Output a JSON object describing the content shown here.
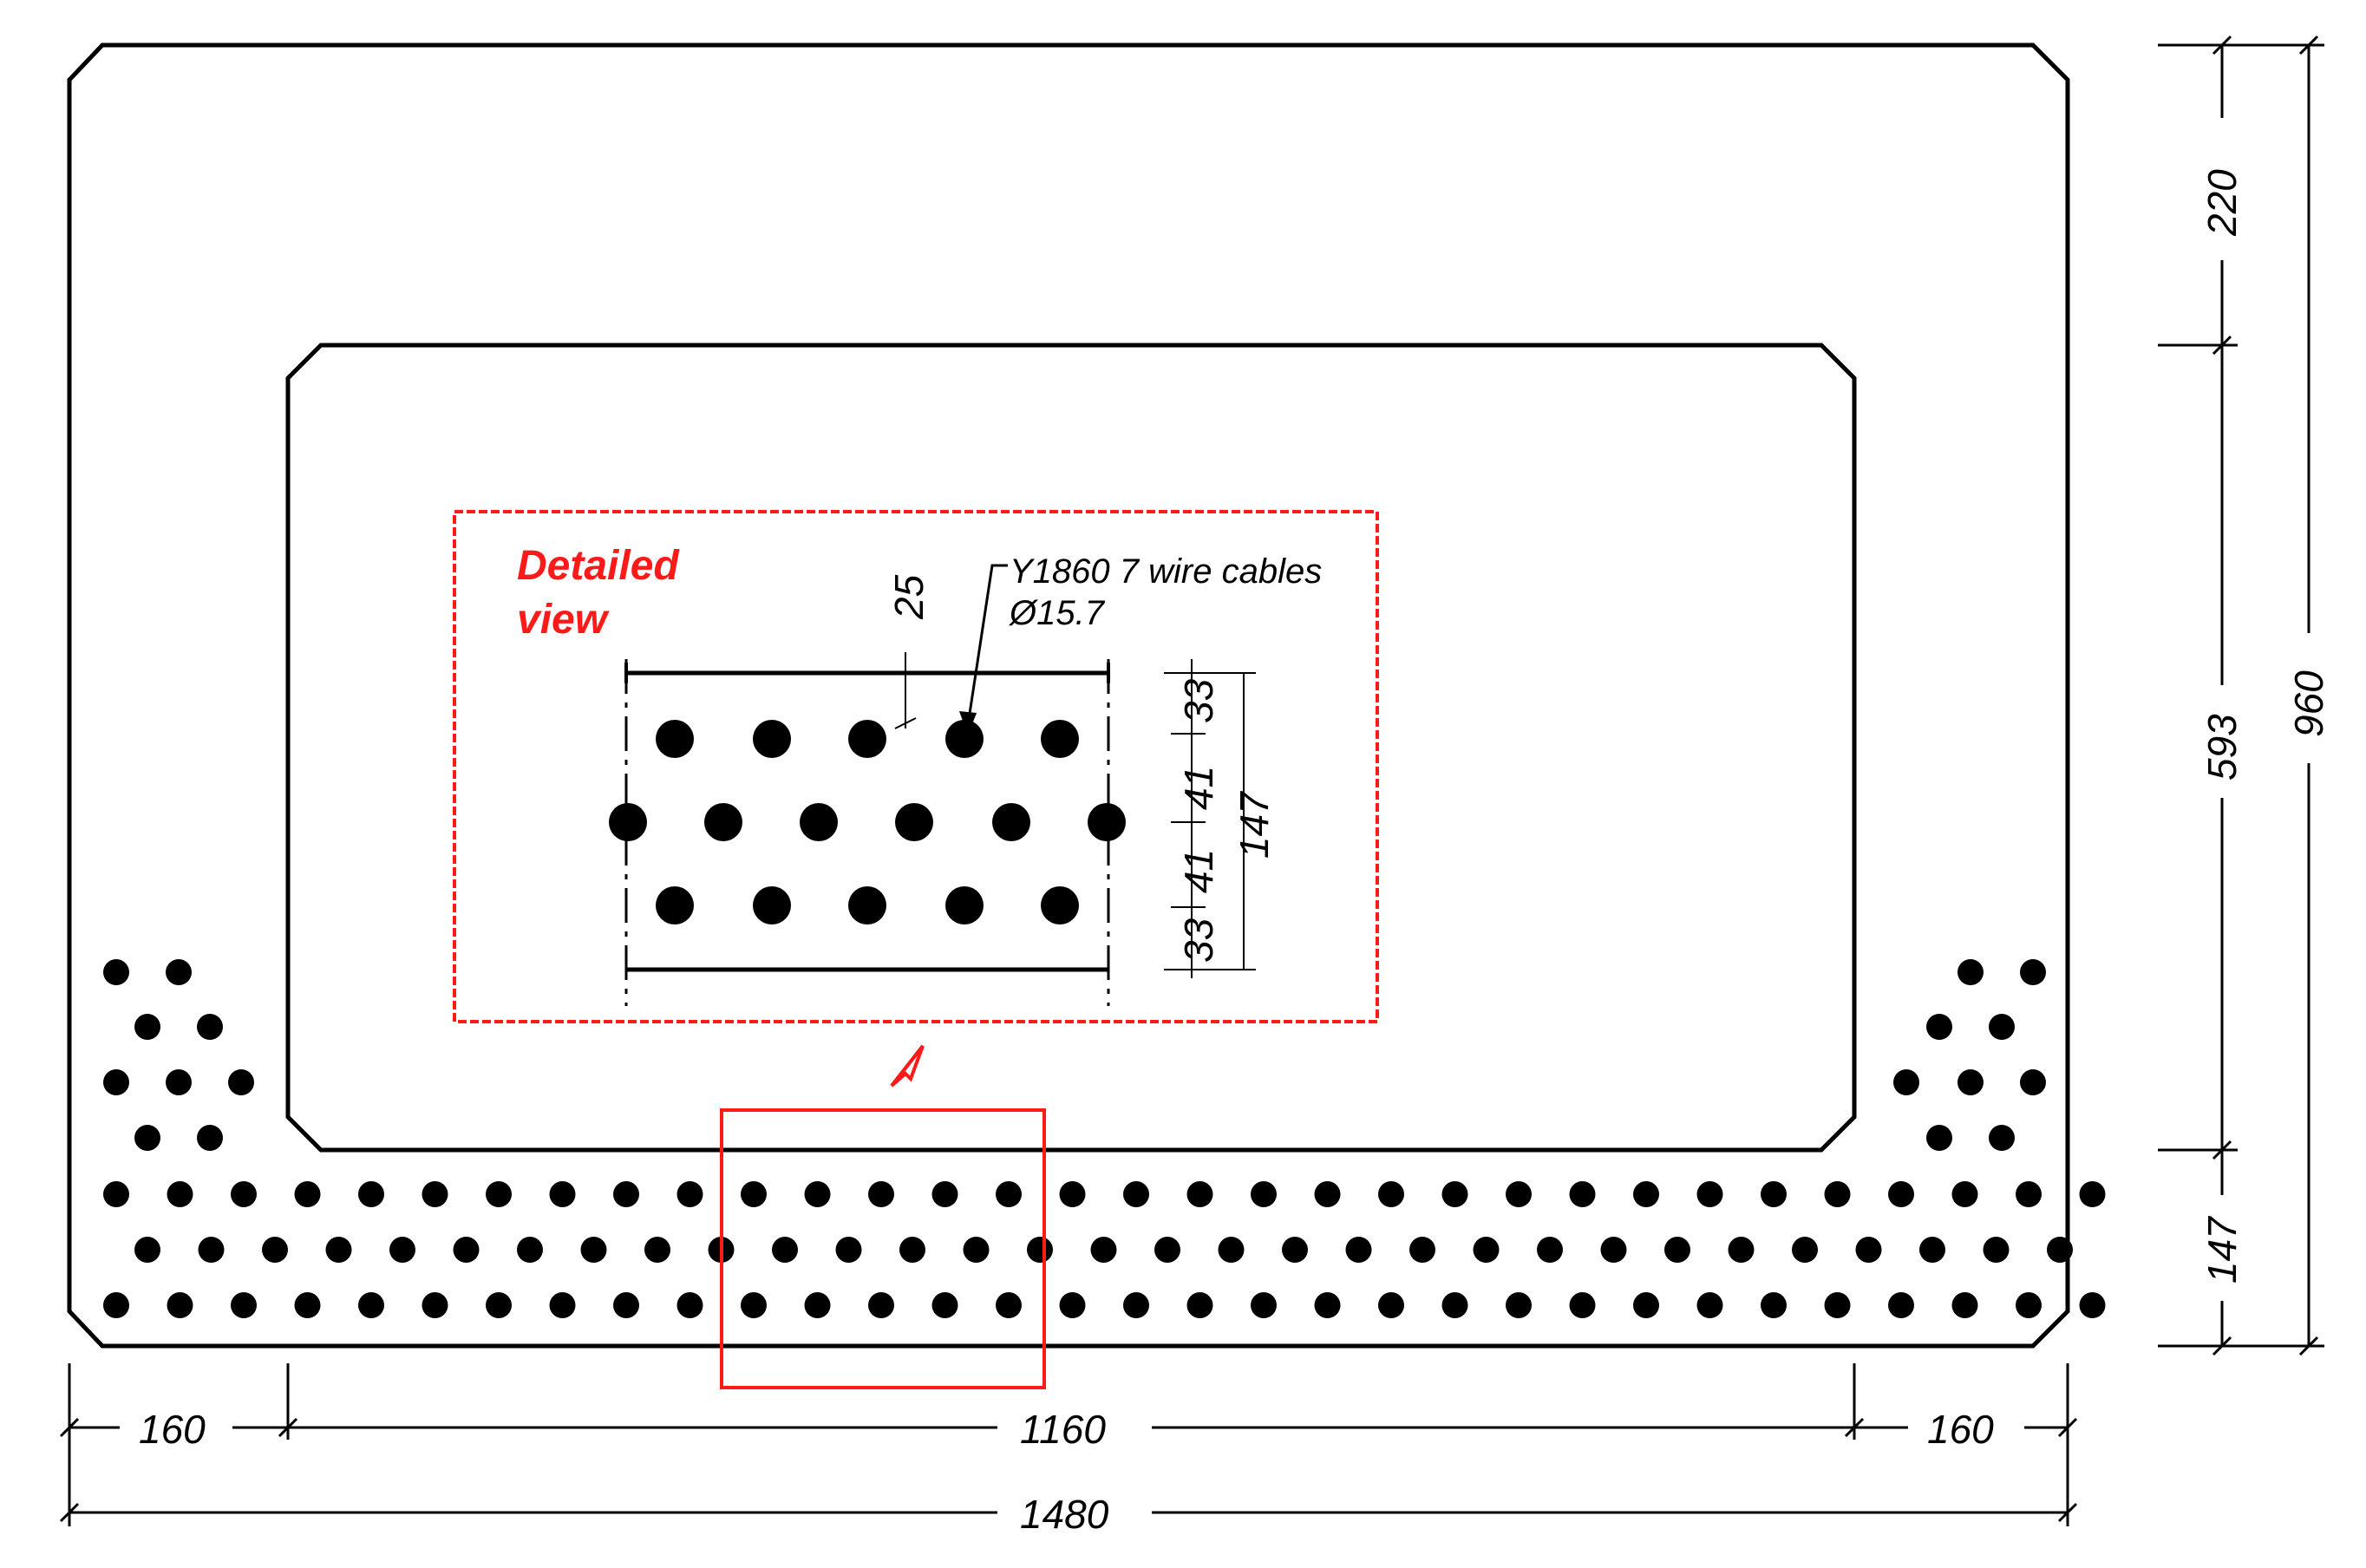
{
  "section": {
    "label_detailed_view": [
      "Detailed",
      "view"
    ],
    "callout": {
      "line1": "Y1860 7 wire cables",
      "line2": "Ø15.7"
    },
    "dimensions": {
      "bottom_left_flange": "160",
      "bottom_web": "1160",
      "bottom_right_flange": "160",
      "total_width": "1480",
      "right_top": "220",
      "right_middle": "593",
      "right_bottom": "147",
      "right_total": "960",
      "detail_top_cover": "25",
      "detail_total": "147",
      "detail_33_top": "33",
      "detail_41_top": "41",
      "detail_41_bottom": "41",
      "detail_33_bottom": "33"
    },
    "colors": {
      "outline": "#000000",
      "highlight": "#ff1a1a"
    }
  }
}
